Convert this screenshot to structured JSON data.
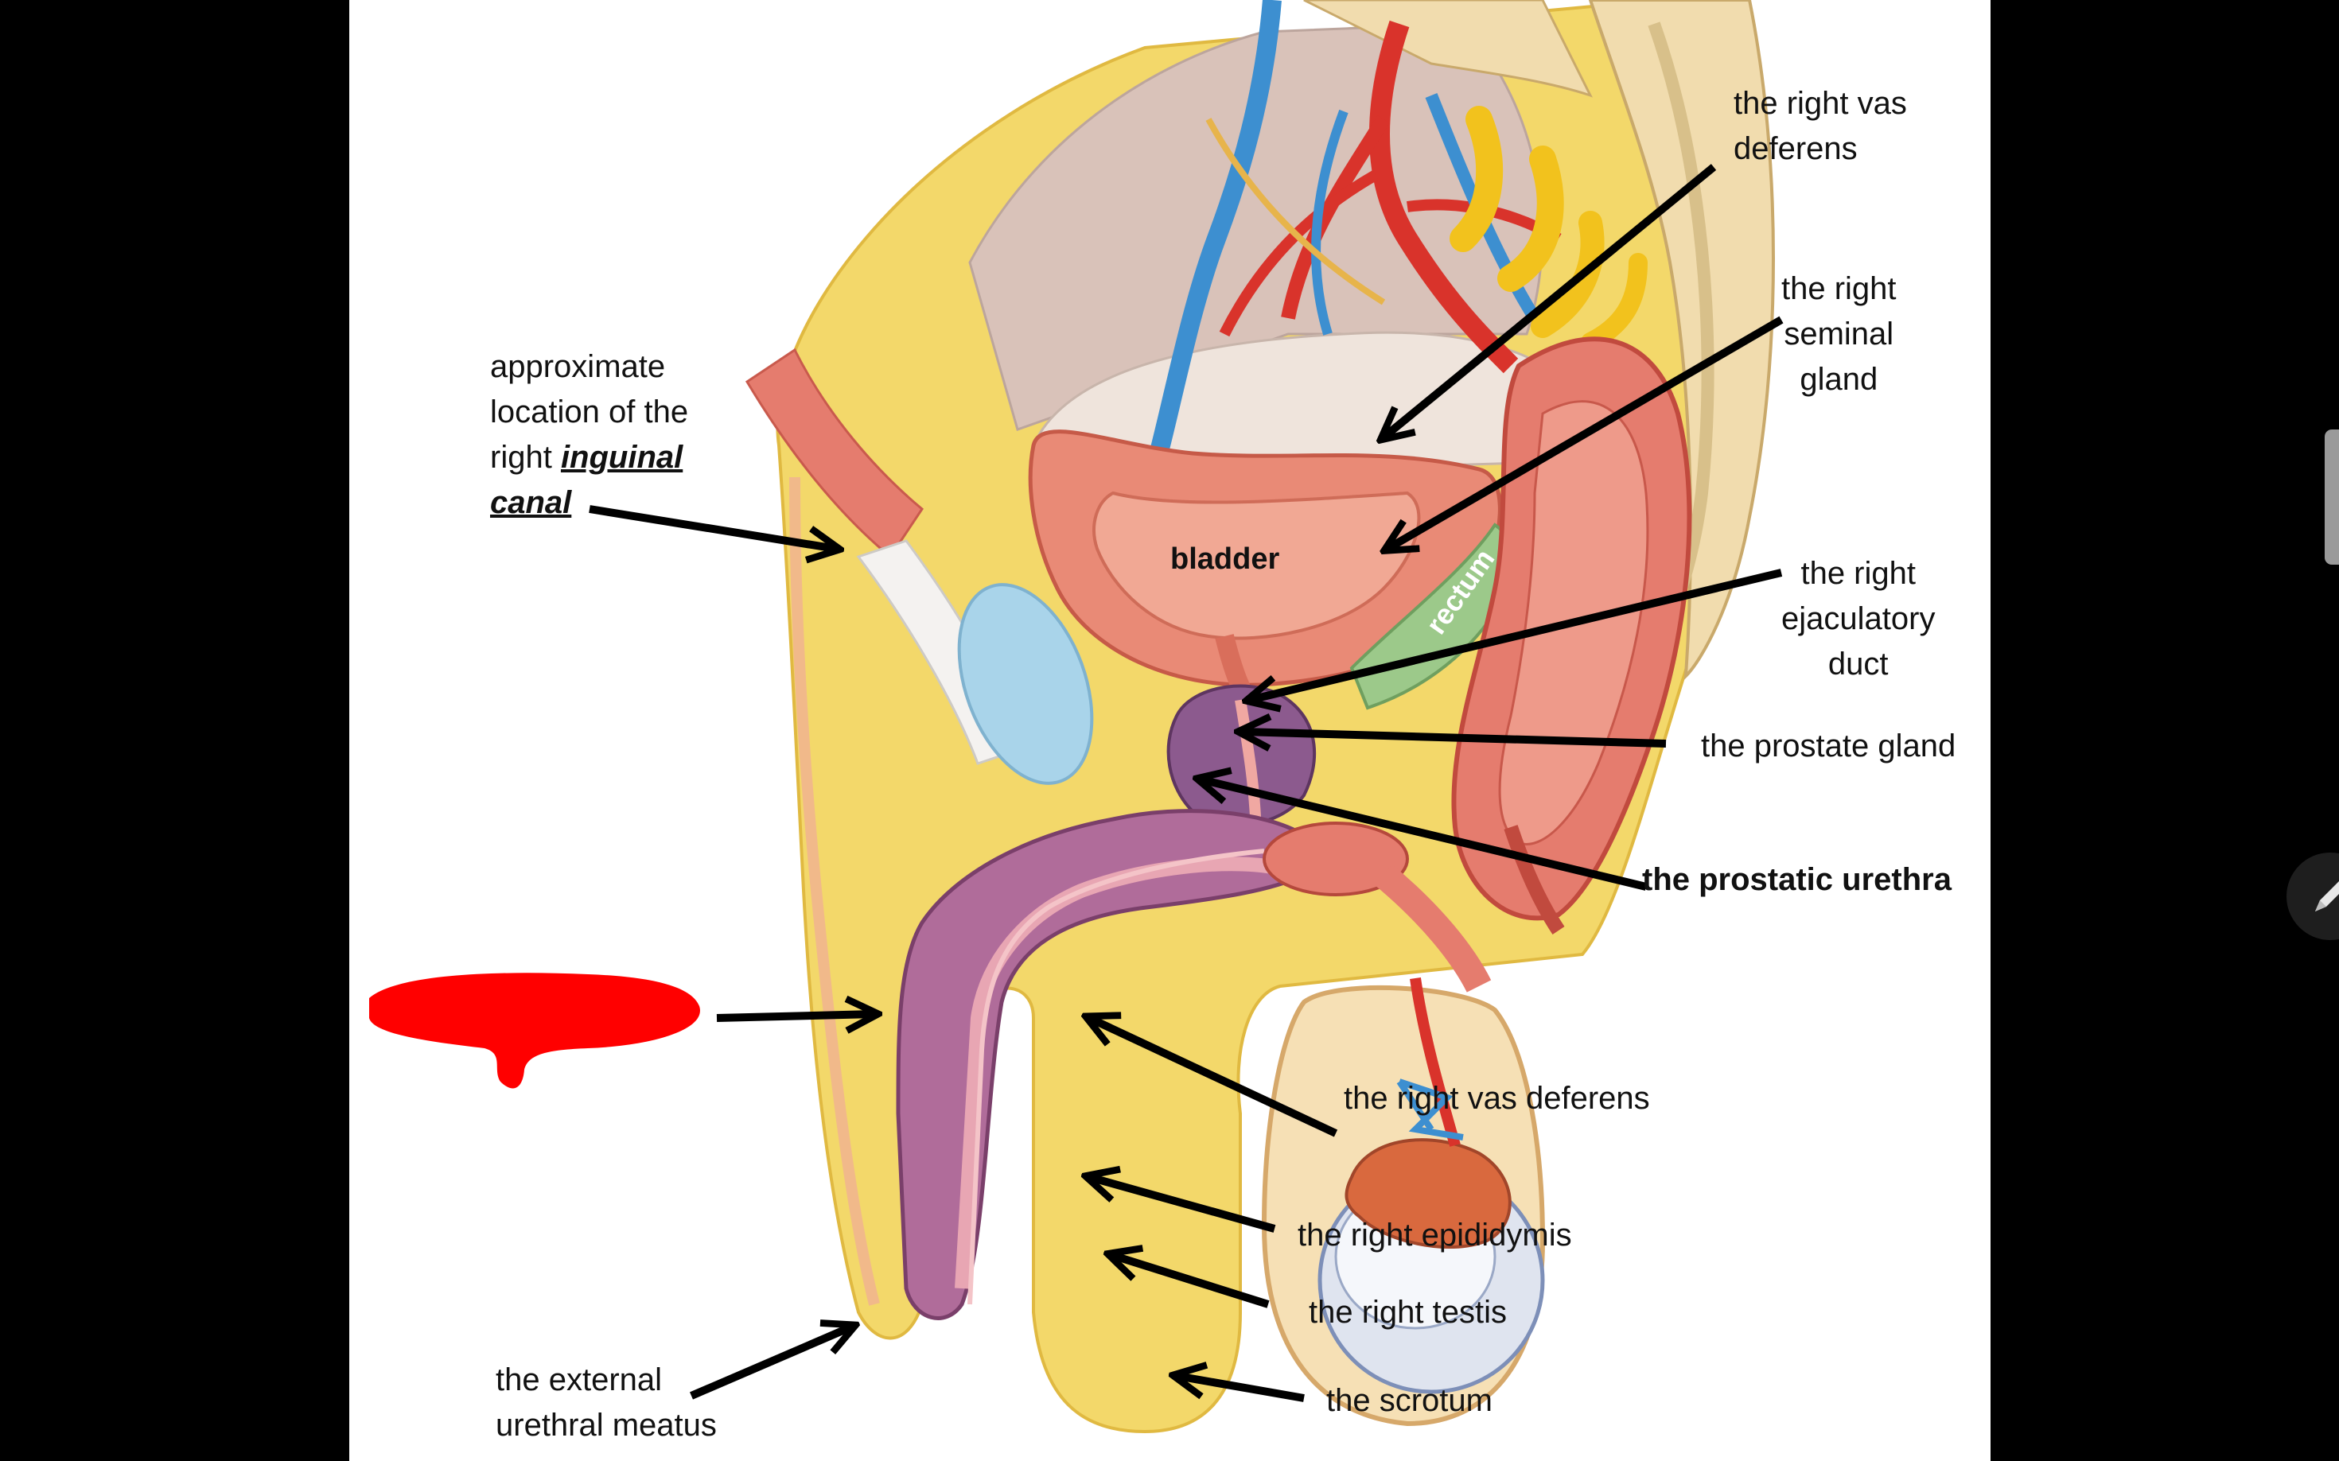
{
  "labels": {
    "inguinal_prefix_1": "approximate",
    "inguinal_prefix_2": "location of the",
    "inguinal_prefix_3": "right",
    "inguinal_word": "inguinal",
    "canal_word": "canal",
    "vas_deferens_top_1": "the right vas",
    "vas_deferens_top_2": "deferens",
    "seminal_1": "the right",
    "seminal_2": "seminal",
    "seminal_3": "gland",
    "ejac_1": "the right",
    "ejac_2": "ejaculatory",
    "ejac_3": "duct",
    "prostate": "the prostate gland",
    "prostatic_urethra": "the prostatic urethra",
    "vas_deferens_bottom": "the right vas deferens",
    "epididymis": "the right epididymis",
    "testis": "the right testis",
    "scrotum": "the scrotum",
    "meatus_1": "the external",
    "meatus_2": "urethral meatus",
    "bladder": "bladder",
    "rectum": "rectum"
  },
  "colors": {
    "slide_background": "#ffffff",
    "screen_background": "#000000",
    "arrow": "#000000",
    "redaction": "#ff0000",
    "fat": "#f3d86a",
    "muscle": "#e57c6e",
    "bladder_mucosa": "#d9725f",
    "bone": "#f1dcae",
    "artery": "#d9332b",
    "vein": "#3d8fd0",
    "nerve": "#f2c21d",
    "erectile_tissue": "#b06c9a",
    "prostate": "#8c5a8e",
    "seminal_gland": "#9cc98a",
    "testis": "#dfe4ef",
    "epididymis": "#d9693e",
    "cartilage_blue": "#a9d4ea"
  },
  "icons": [
    "pen-icon"
  ]
}
